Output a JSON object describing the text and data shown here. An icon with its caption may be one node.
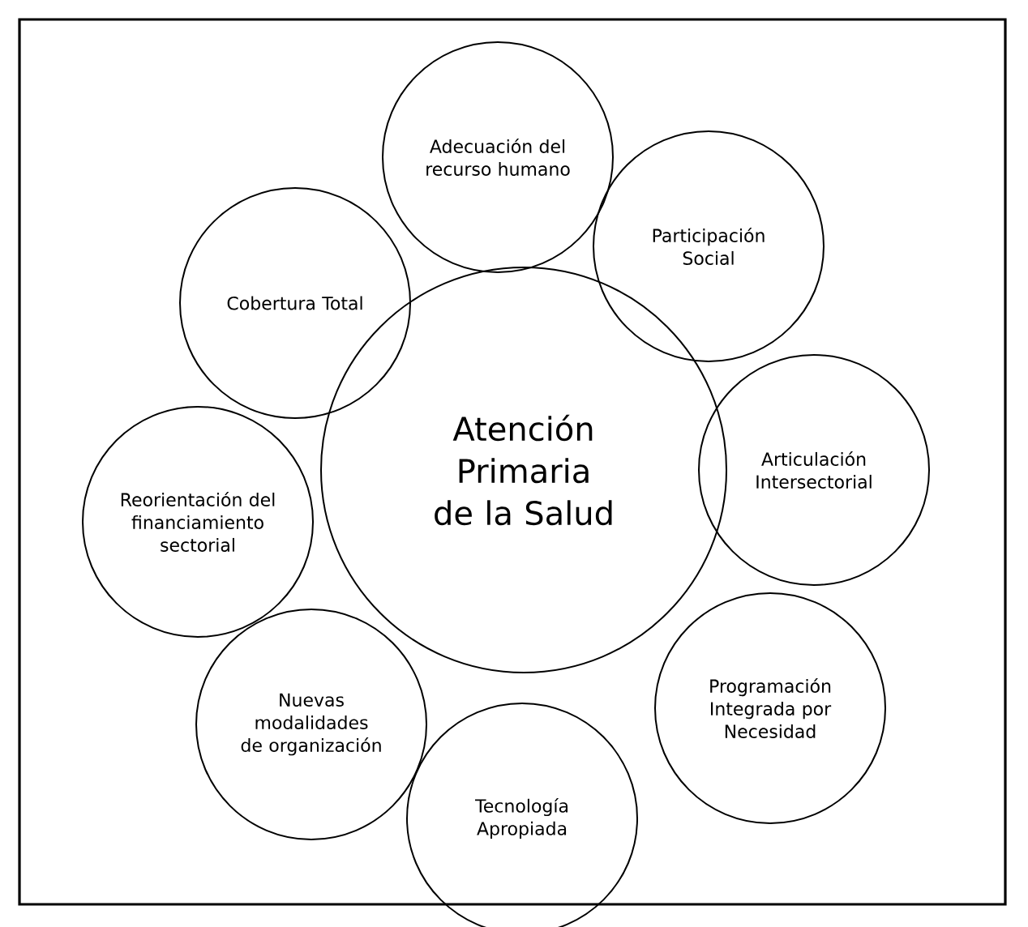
{
  "diagram": {
    "nodes": [
      {
        "text": [
          "Atención Primaria de la Salud"
        ]
      },
      {
        "text": [
          "Adecuación del recurso humano"
        ]
      },
      {
        "text": [
          "Participación Social"
        ]
      },
      {
        "text": [
          "Articulación Intersectorial"
        ]
      },
      {
        "text": [
          "Programación Integrada por Necesidad"
        ]
      },
      {
        "text": [
          "Tecnología Apropiada"
        ]
      },
      {
        "text": [
          "Nuevas modalidades de organización"
        ]
      },
      {
        "text": [
          "Reorientación del financiamiento sectorial"
        ]
      },
      {
        "text": [
          "Cobertura Total"
        ]
      }
    ]
  }
}
